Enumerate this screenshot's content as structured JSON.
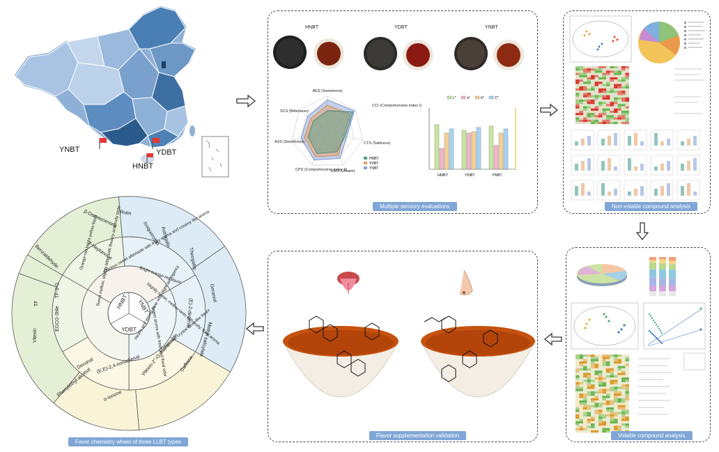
{
  "map": {
    "labels": [
      "YNBT",
      "YDBT",
      "HNBT"
    ]
  },
  "sensory": {
    "sample_labels": [
      "HNBT",
      "YDBT",
      "YNBT"
    ],
    "radar_axes": [
      "AES (Sweetness)",
      "CCI (Comprehensive index I)",
      "CTS (Saltiness)",
      "UMS (Umami)",
      "CPS (Comprehensive index II)",
      "ASS (Sweetness)",
      "SCS (Bitterness)"
    ],
    "radar_legend": [
      "HNBT",
      "YDBT",
      "YNBT"
    ],
    "bar_groups": [
      "HNBT",
      "YDBT",
      "YNBT"
    ],
    "bar_legend": [
      "L*",
      "a*",
      "b*",
      "C*"
    ],
    "caption": "Multiple sensory evaluations"
  },
  "nonvolatile": {
    "caption": "Non-volatile compound analysis"
  },
  "volatile": {
    "caption": "Volatile compound analysis"
  },
  "supplement": {
    "caption": "Flavor  supplementation validation"
  },
  "wheel": {
    "center": [
      "HNBT",
      "YDBT",
      "YNBT"
    ],
    "descriptors": {
      "hnbt": "Obvious sweet aftertaste with fruity aroma and creamy like aroma",
      "ynbt_bright": "Bright orange-red liquor",
      "ynbt_sweet": "Slightly sweet, mellow taste with fruity, floral aroma",
      "ydbt_sweet": "Sweet aroma with fresh and floral odor",
      "ydbt_heavy": "Heavy and strong taste with slight astringency",
      "ydbt_orange": "Orange-red, crystal clear-like liquor",
      "left_orange": "Orange-red bright-yellow liquor",
      "left_sweet": "Sweet mellow, slightly bitter with flowery and fruity taste"
    },
    "compounds": {
      "benzaldehyde": "Benzaldehyde",
      "damascenone": "β-Damascenone",
      "heptanone": "2-Heptanone",
      "rutin": "Rutin",
      "isoquercitrin": "Isoquercitrin",
      "astragalin": "Astragalin",
      "theogallin": "Theogallin",
      "geraniol": "Geraniol",
      "decenal": "(E)-2-decenal",
      "methyl_salicylate": "Methyl salicylate",
      "tfg": "TF-3-G",
      "tf": "TF",
      "vitexin": "Vitexin",
      "egcg": "EGCG-3Me",
      "decanal": "Decanal",
      "nonadienal": "(E,E)-2,4-nonadienal",
      "phenylethyl": "Phenylethyl alcohol",
      "ionone": "α-Ionone",
      "vitexin_rham": "Vitexin-2''-O-rhamnoside",
      "caffeine": "Caffeine"
    },
    "caption": "Favor chemistry wheel of three LLBT types"
  },
  "colors": {
    "caption_bg": "#7fa6d6",
    "map_dark": "#2b5a8c",
    "map_light": "#cfdff0",
    "wheel_green": "#e4efd6",
    "wheel_blue": "#dcebf5",
    "wheel_yellow": "#f9f4d8",
    "hnbt": "#4d9e8a",
    "ydbt": "#e7a46a",
    "ynbt": "#8aa1d6"
  }
}
